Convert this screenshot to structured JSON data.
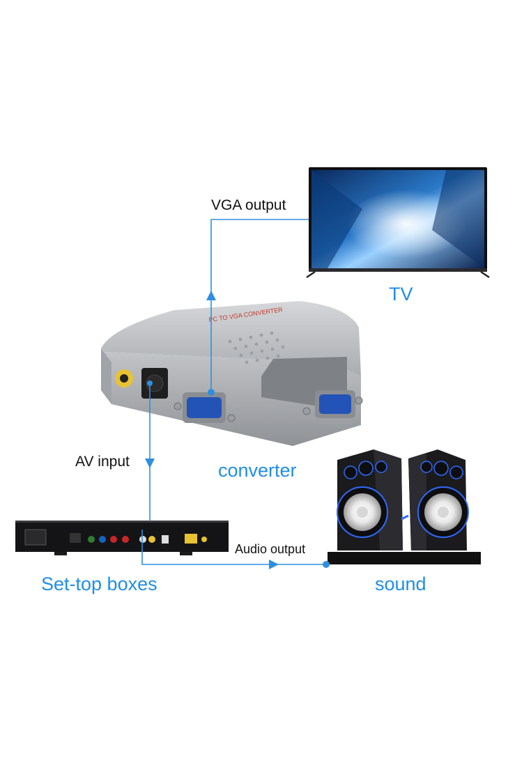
{
  "labels": {
    "vga_output": "VGA output",
    "tv": "TV",
    "converter": "converter",
    "av_input": "AV input",
    "audio_output": "Audio output",
    "set_top_boxes": "Set-top boxes",
    "sound": "sound"
  },
  "device_markings": {
    "converter_top_text": "PC TO VGA CONVERTER"
  },
  "colors": {
    "accent_blue": "#1f8ee6",
    "line_blue": "#2e8fe0",
    "text_dark": "#111111",
    "device_silver": "#b9bcc0",
    "device_black": "#1b1b1d",
    "speaker_glow": "#2f6bff"
  },
  "icons": [
    "tv-icon",
    "converter-box-icon",
    "set-top-box-icon",
    "speaker-icon"
  ]
}
